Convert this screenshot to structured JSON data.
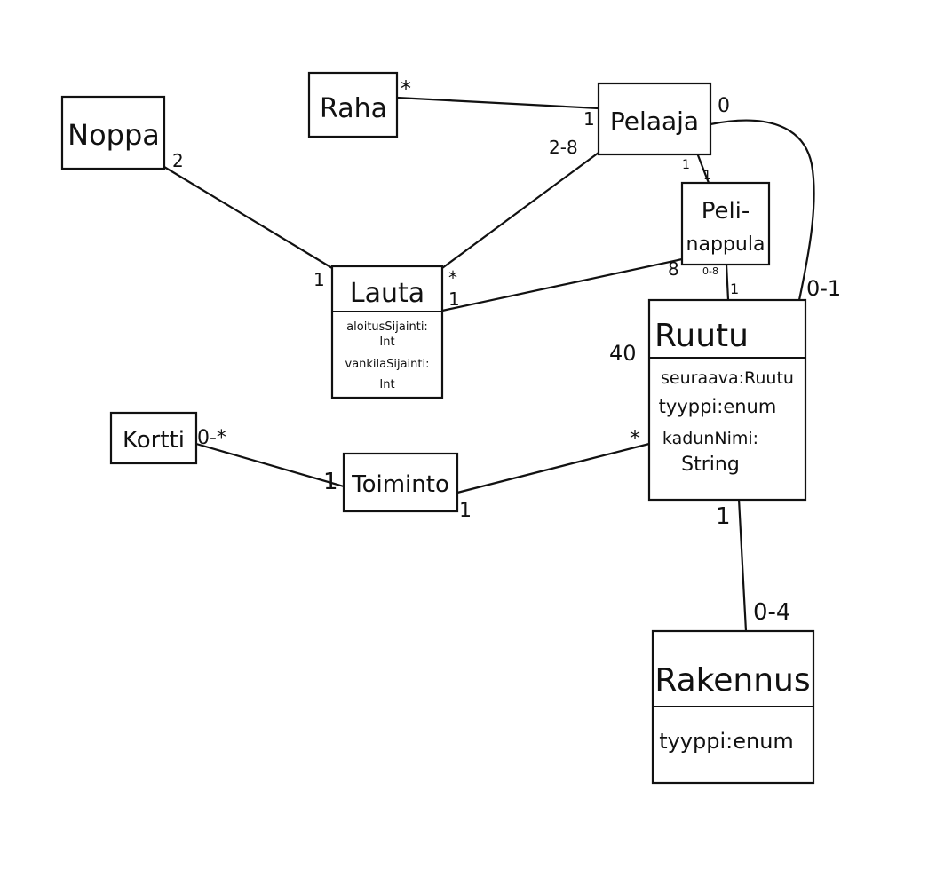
{
  "classes": {
    "raha": {
      "name": "Raha"
    },
    "noppa": {
      "name": "Noppa"
    },
    "pelaaja": {
      "name": "Pelaaja"
    },
    "pelinappula": {
      "name_line1": "Peli-",
      "name_line2": "nappula"
    },
    "lauta": {
      "name": "Lauta",
      "attributes": [
        "aloitusSijainti:",
        "Int",
        "vankilaSijainti:",
        "Int"
      ]
    },
    "kortti": {
      "name": "Kortti"
    },
    "toiminto": {
      "name": "Toiminto"
    },
    "ruutu": {
      "name": "Ruutu",
      "attributes": [
        "seuraava:Ruutu",
        "tyyppi:enum",
        "kadunNimi:",
        "String"
      ]
    },
    "rakennus": {
      "name": "Rakennus",
      "attributes": [
        "tyyppi:enum"
      ]
    }
  },
  "multiplicities": {
    "raha_pelaaja_raha": "*",
    "raha_pelaaja_pelaaja": "1",
    "noppa_lauta_noppa": "2",
    "noppa_lauta_lauta": "1",
    "pelaaja_lauta_pelaaja": "2-8",
    "pelaaja_lauta_lauta": "*",
    "pelaaja_pelinappula_pelaaja": "1",
    "pelaaja_pelinappula_pelinappula": "1",
    "pelaaja_ruutu_pelaaja": "0",
    "pelaaja_ruutu_ruutu": "0-1",
    "lauta_pelinappula_lauta": "1",
    "lauta_pelinappula_pelinappula": "8",
    "pelinappula_ruutu_pelinappula": "0-8",
    "pelinappula_ruutu_ruutu": "1",
    "lauta_ruutu_ruutu": "40",
    "kortti_toiminto_kortti": "0-*",
    "kortti_toiminto_toiminto": "1",
    "toiminto_ruutu_toiminto": "1",
    "toiminto_ruutu_ruutu": "*",
    "ruutu_rakennus_ruutu": "1",
    "ruutu_rakennus_rakennus": "0-4"
  }
}
